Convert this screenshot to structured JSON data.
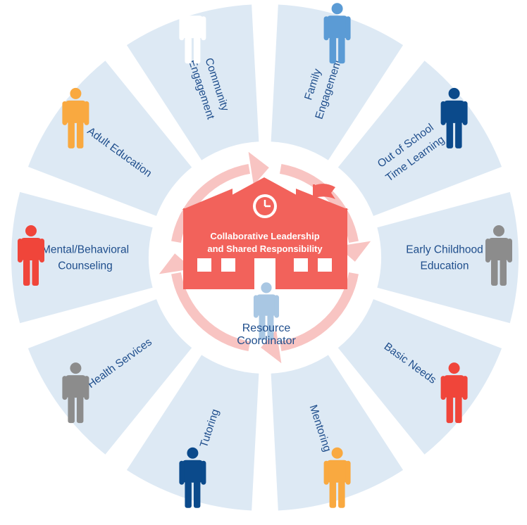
{
  "center": {
    "line1": "Collaborative Leadership",
    "line2": "and Shared Responsibility",
    "coordinator_line1": "Resource",
    "coordinator_line2": "Coordinator"
  },
  "segments": [
    {
      "id": "community-engagement",
      "lines": [
        "Community",
        "Engagement"
      ],
      "color": "#ffffff"
    },
    {
      "id": "family-engagement",
      "lines": [
        "Family",
        "Engagement"
      ],
      "color": "#5b9bd5"
    },
    {
      "id": "out-of-school-time-learning",
      "lines": [
        "Out of School",
        "Time Learning"
      ],
      "color": "#0b4a8b"
    },
    {
      "id": "early-childhood-education",
      "lines": [
        "Early Childhood",
        "Education"
      ],
      "color": "#8c8c8c"
    },
    {
      "id": "basic-needs",
      "lines": [
        "Basic Needs"
      ],
      "color": "#f0453a"
    },
    {
      "id": "mentoring",
      "lines": [
        "Mentoring"
      ],
      "color": "#f9a940"
    },
    {
      "id": "tutoring",
      "lines": [
        "Tutoring"
      ],
      "color": "#0b4a8b"
    },
    {
      "id": "health-services",
      "lines": [
        "Health Services"
      ],
      "color": "#8c8c8c"
    },
    {
      "id": "mental-behavioral-counseling",
      "lines": [
        "Mental/Behavioral",
        "Counseling"
      ],
      "color": "#f0453a"
    },
    {
      "id": "adult-education",
      "lines": [
        "Adult Education"
      ],
      "color": "#f9a940"
    }
  ],
  "colors": {
    "segment_fill": "#dde9f4",
    "school": "#f2625b",
    "cycle_ring": "#f8c4c2",
    "coordinator": "#a9c7e3",
    "label_text": "#1f4e8c"
  }
}
